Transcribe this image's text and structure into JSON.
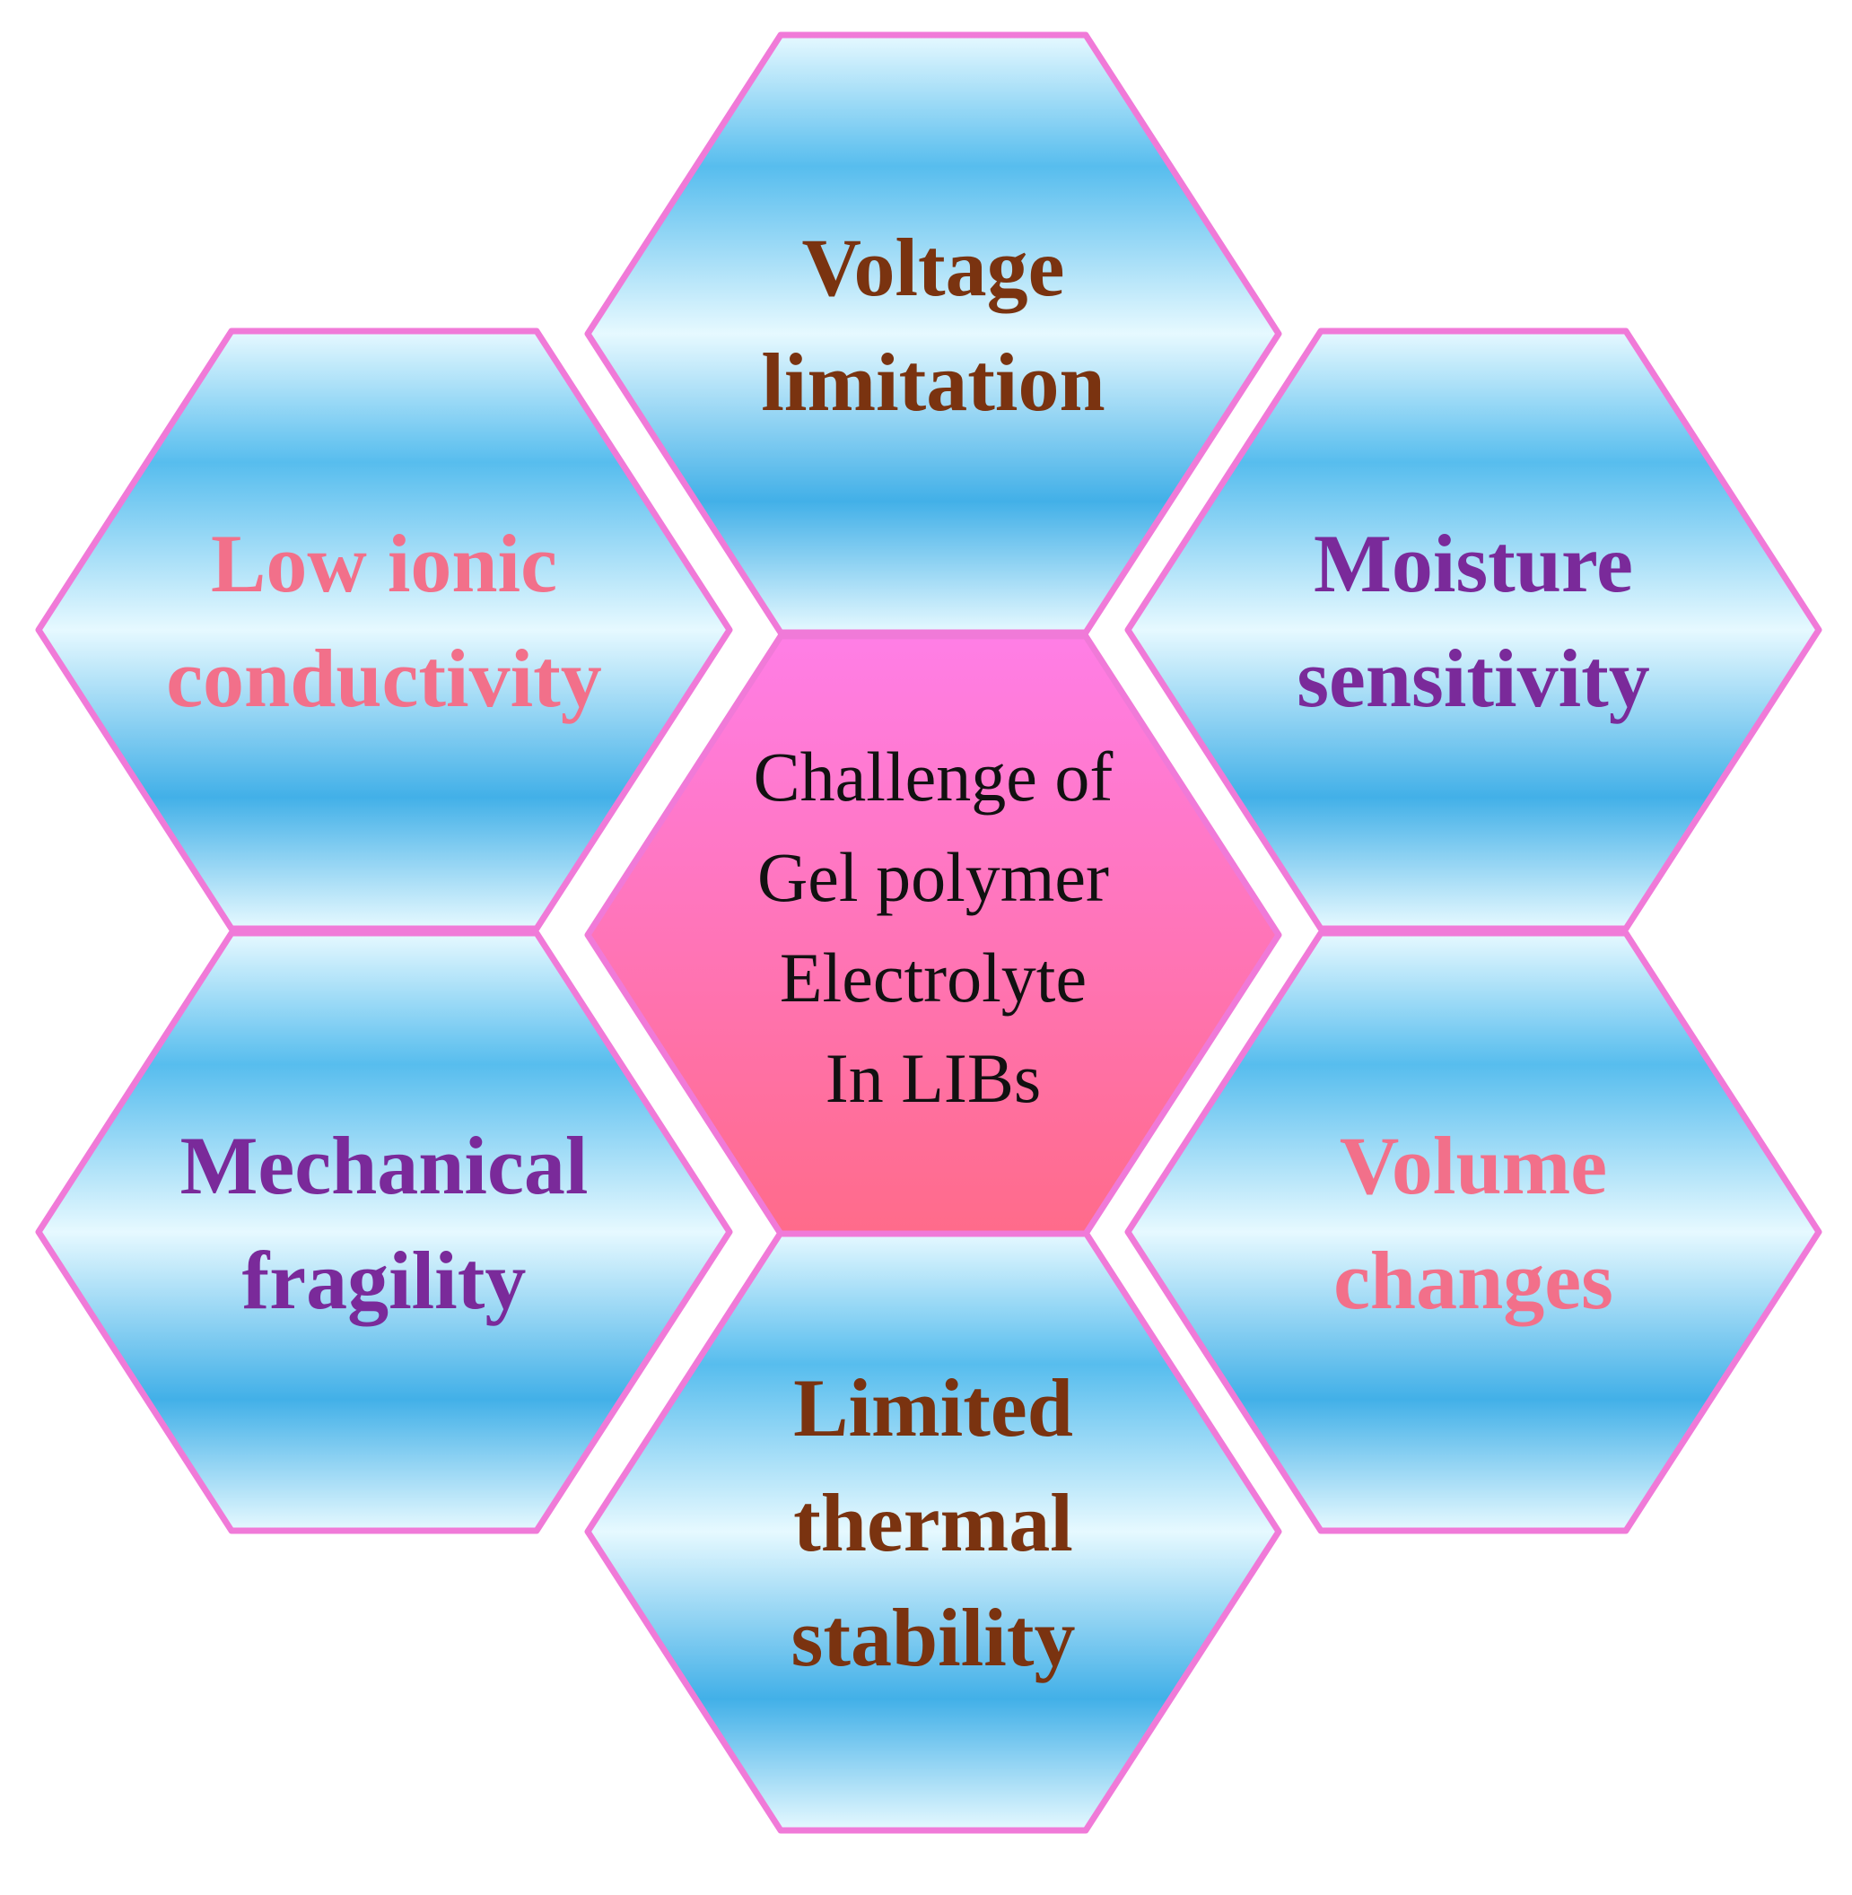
{
  "center": {
    "lines": [
      "Challenge of",
      "Gel polymer",
      "Electrolyte",
      "In LIBs"
    ],
    "text_color": "#111111",
    "fill_top": "#ff7ee6",
    "fill_bottom": "#ff6b8a"
  },
  "challenges": [
    {
      "id": "voltage-limitation",
      "lines": [
        "Voltage",
        "limitation"
      ],
      "text_color": "#7a3310"
    },
    {
      "id": "moisture-sensitivity",
      "lines": [
        "Moisture",
        "sensitivity"
      ],
      "text_color": "#7a2a9a"
    },
    {
      "id": "volume-changes",
      "lines": [
        "Volume",
        "changes"
      ],
      "text_color": "#f2708a"
    },
    {
      "id": "limited-thermal-stability",
      "lines": [
        "Limited",
        "thermal",
        "stability"
      ],
      "text_color": "#7a3310"
    },
    {
      "id": "mechanical-fragility",
      "lines": [
        "Mechanical",
        "fragility"
      ],
      "text_color": "#7a2a9a"
    },
    {
      "id": "low-ionic-conductivity",
      "lines": [
        "Low ionic",
        "conductivity"
      ],
      "text_color": "#f2708a"
    }
  ],
  "colors": {
    "hex_border": "#f07ad8",
    "outer_fill_light": "#e6f9ff",
    "outer_fill_mid": "#57bdee",
    "outer_fill_dark": "#42b0e8"
  }
}
